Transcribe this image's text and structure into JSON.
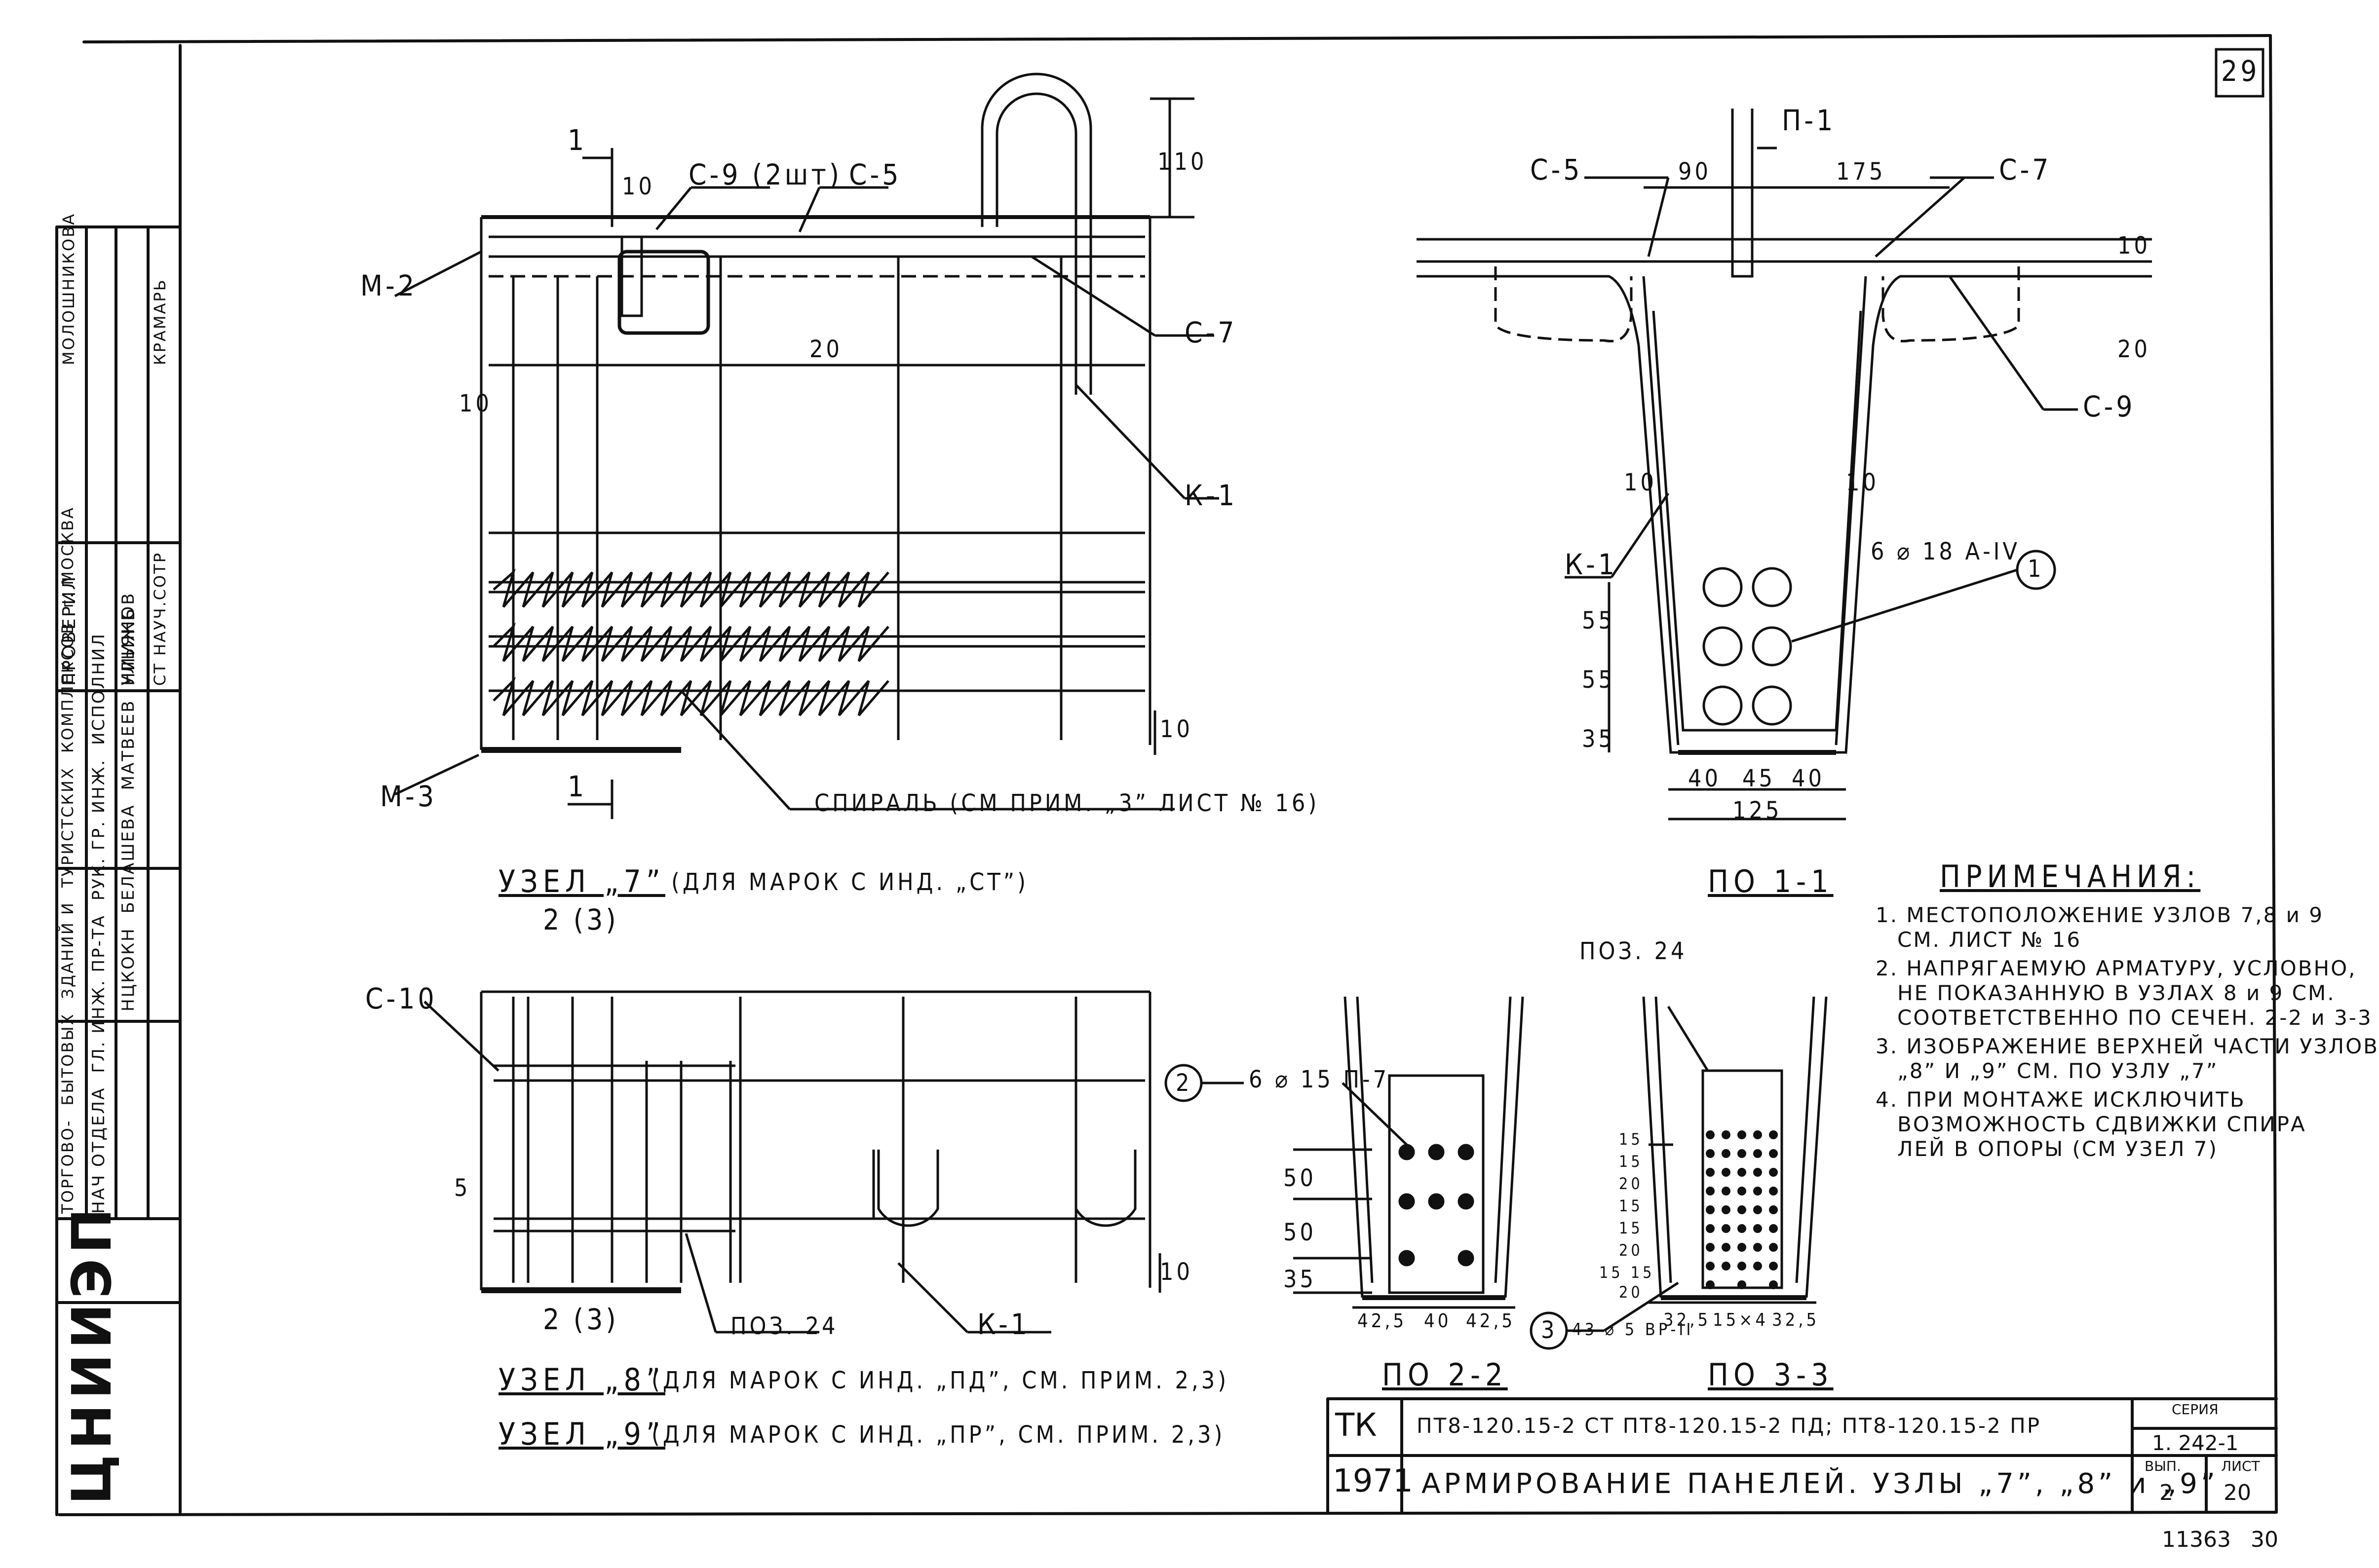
{
  "sheet_number": "29",
  "archive_number": "11363",
  "archive_page": "30",
  "org_logo": "ЦНИИЭП",
  "org_info": [
    "ТОРГОВО-",
    "БЫТОВЫХ",
    "ЗДАНИЙ И",
    "ТУРИСТСКИХ",
    "КОМПЛЕКСОВ",
    "г. МОСКВА"
  ],
  "signatures": {
    "positions": [
      "НАЧ ОТДЕЛА",
      "ГЛ. ИНЖ. ПР-ТА",
      "РУК. ГР. ИНЖ.",
      "ИСПОЛНИЛ"
    ],
    "names_left": [
      "НЦКОКН",
      "БЕЛАШЕВА",
      "МАТВЕЕВ",
      "УЛЬЯНОВ"
    ],
    "institute": "НИИЖБ",
    "checked": "ПРОВЕРИЛ",
    "checked_role": "СТ НАУЧ.СОТР",
    "checked_name_1": "МОЛОШНИКОВА",
    "checked_name_2": "КРАМАРЬ"
  },
  "node7": {
    "title": "УЗЕЛ „7”",
    "subtitle": "(ДЛЯ МАРОК С ИНД. „СТ”)",
    "labels": {
      "m2": "М-2",
      "m3": "М-3",
      "c9": "С-9 (2шт)",
      "c5": "С-5",
      "c7": "С-7",
      "k1": "К-1",
      "spiral": "СПИРАЛЬ (СМ ПРИМ. „3” ЛИСТ № 16)",
      "d10a": "10",
      "d10b": "10",
      "d10c": "10",
      "d20": "20",
      "d110": "110",
      "sec1": "1",
      "sec1b": "1"
    }
  },
  "node8": {
    "title": "УЗЕЛ „8”",
    "subtitle": "(ДЛЯ МАРОК С ИНД. „ПД”, СМ. ПРИМ. 2,3)",
    "labels": {
      "c10": "С-10",
      "poz24": "ПОЗ. 24",
      "k1": "К-1",
      "sec23": "2 (3)",
      "sec23b": "2 (3)",
      "d5": "5",
      "d10": "10"
    }
  },
  "node9": {
    "title": "УЗЕЛ „9”",
    "subtitle": "(ДЛЯ МАРОК С ИНД. „ПР”, СМ. ПРИМ. 2,3)"
  },
  "section11": {
    "title": "ПО 1-1",
    "labels": {
      "p1": "П-1",
      "c5": "С-5",
      "c7": "С-7",
      "c9": "С-9",
      "k1": "К-1",
      "d90": "90",
      "d175": "175",
      "d10t": "10",
      "d20": "20",
      "d10l": "10",
      "d10r": "10",
      "d55a": "55",
      "d55b": "55",
      "d35": "35",
      "d40a": "40",
      "d45": "45",
      "d40b": "40",
      "d125": "125",
      "bars": "6 ⌀ 18 А-IV",
      "marker": "1"
    }
  },
  "section22": {
    "title": "ПО 2-2",
    "labels": {
      "bars": "6 ⌀ 15 П-7",
      "marker": "2",
      "d50a": "50",
      "d50b": "50",
      "d35": "35",
      "d425a": "42,5",
      "d40": "40",
      "d425b": "42,5"
    }
  },
  "section33": {
    "title": "ПО 3-3",
    "labels": {
      "poz24": "ПОЗ. 24",
      "bars": "43 ⌀ 5 ВР-II",
      "marker": "3",
      "d15a": "15",
      "d15b": "15",
      "d20a": "20",
      "d15c": "15",
      "d15d": "15",
      "d20b": "20",
      "d1515": "15 15",
      "d20c": "20",
      "d325a": "32,5",
      "d154": "15×4",
      "d325b": "32,5"
    }
  },
  "notes": {
    "heading": "ПРИМЕЧАНИЯ:",
    "items": [
      [
        "1. МЕСТОПОЛОЖЕНИЕ УЗЛОВ 7,8 и 9",
        "СМ. ЛИСТ № 16"
      ],
      [
        "2. НАПРЯГАЕМУЮ АРМАТУРУ, УСЛОВНО,",
        "НЕ ПОКАЗАННУЮ В УЗЛАХ 8 и 9 СМ.",
        "СООТВЕТСТВЕННО ПО СЕЧЕН. 2-2 и 3-3"
      ],
      [
        "3. ИЗОБРАЖЕНИЕ ВЕРХНЕЙ ЧАСТИ УЗЛОВ",
        "„8” И „9” СМ. ПО УЗЛУ „7”"
      ],
      [
        "4. ПРИ МОНТАЖЕ ИСКЛЮЧИТЬ",
        "ВОЗМОЖНОСТЬ СДВИЖКИ СПИРА",
        "ЛЕЙ В ОПОРЫ (СМ УЗЕЛ 7)"
      ]
    ]
  },
  "titleblock": {
    "tk": "ТК",
    "year": "1971",
    "marks": "ПТ8-120.15-2 СТ   ПТ8-120.15-2 ПД; ПТ8-120.15-2 ПР",
    "caption": "АРМИРОВАНИЕ ПАНЕЛЕЙ. УЗЛЫ „7”, „8” и „9”",
    "series_label": "СЕРИЯ",
    "series": "1. 242-1",
    "issue_label": "ВЫП.",
    "issue": "2",
    "sheet_label": "ЛИСТ",
    "sheet": "20"
  }
}
